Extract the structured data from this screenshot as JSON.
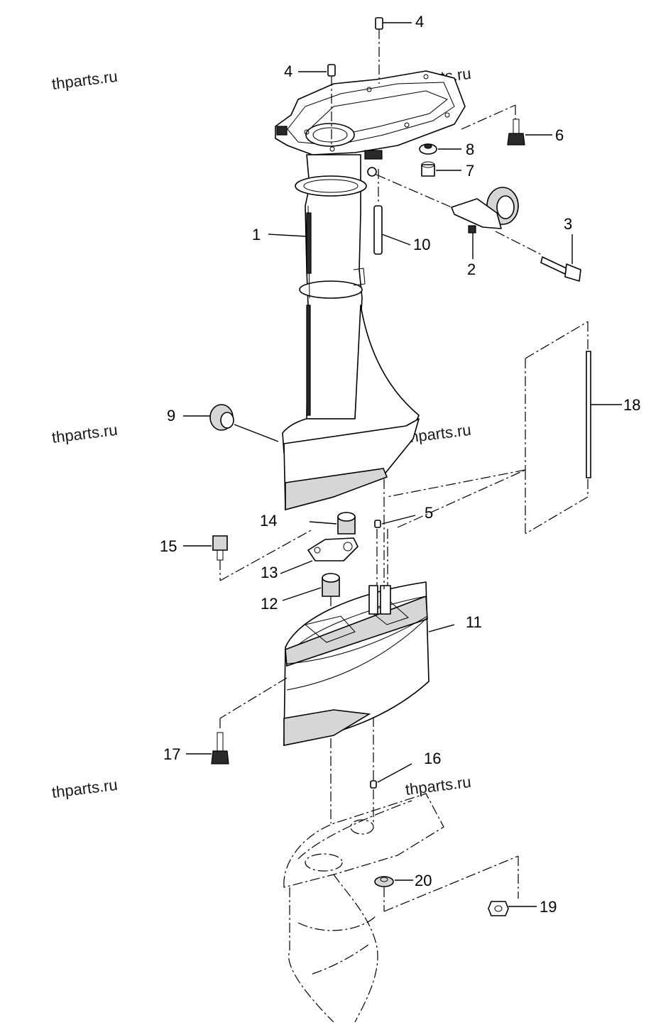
{
  "diagram": {
    "watermarks": [
      "thparts.ru",
      "thparts.ru",
      "thparts.ru",
      "thparts.ru",
      "thparts.ru",
      "thparts.ru"
    ],
    "callouts": {
      "c1": "1",
      "c2": "2",
      "c3": "3",
      "c4a": "4",
      "c4b": "4",
      "c5": "5",
      "c6": "6",
      "c7": "7",
      "c8": "8",
      "c9": "9",
      "c10": "10",
      "c11": "11",
      "c12": "12",
      "c13": "13",
      "c14": "14",
      "c15": "15",
      "c16": "16",
      "c17": "17",
      "c18": "18",
      "c19": "19",
      "c20": "20"
    }
  }
}
